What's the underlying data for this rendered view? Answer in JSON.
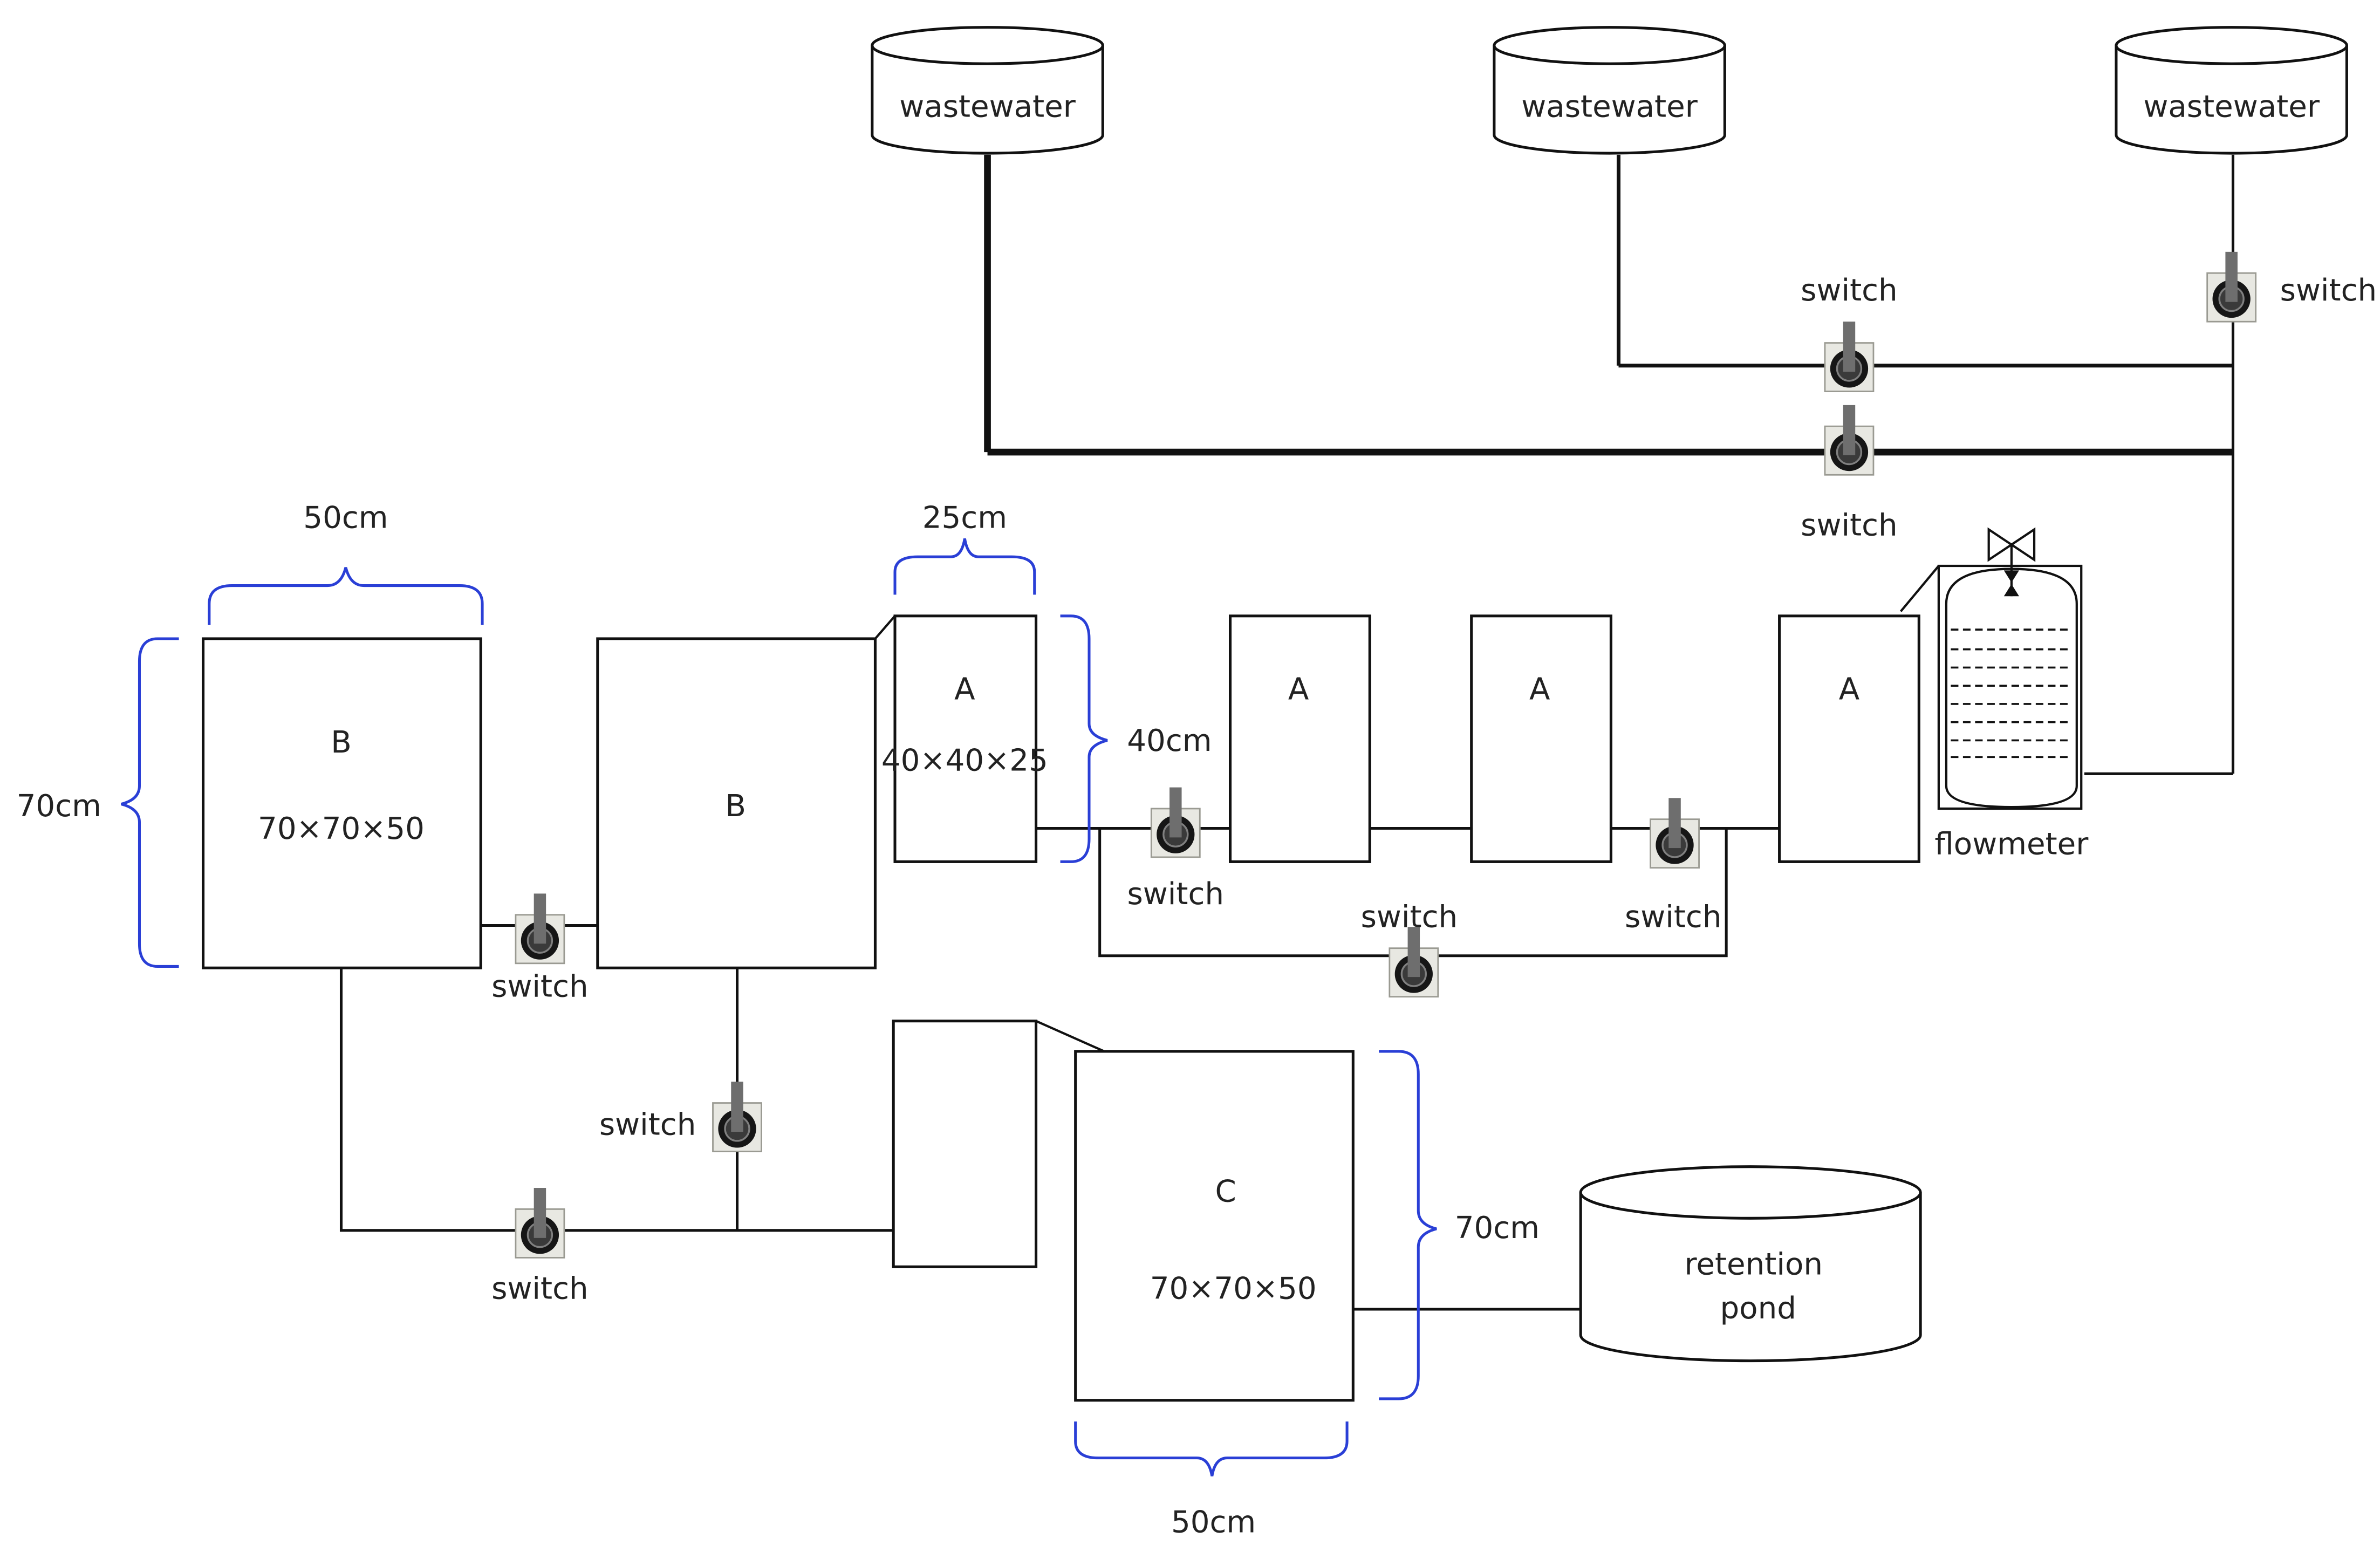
{
  "tanks": {
    "wastewater_1": "wastewater",
    "wastewater_2": "wastewater",
    "wastewater_3": "wastewater",
    "retention_pond_line1": "retention",
    "retention_pond_line2": "pond"
  },
  "boxes": {
    "b1_label": "B",
    "b1_size": "70×70×50",
    "b2_label": "B",
    "a1_label": "A",
    "a1_size": "40×40×25",
    "a2_label": "A",
    "a3_label": "A",
    "a4_label": "A",
    "c_label": "C",
    "c_size": "70×70×50"
  },
  "dimensions": {
    "b1_width": "50cm",
    "b1_height": "70cm",
    "a1_width": "25cm",
    "a1_height": "40cm",
    "c_width": "50cm",
    "c_height": "70cm"
  },
  "switches": {
    "s_top_right": "switch",
    "s_mid_upper": "switch",
    "s_mid_lower": "switch",
    "s_a_left": "switch",
    "s_bypass": "switch",
    "s_a_right": "switch",
    "s_b_between": "switch",
    "s_b2_down": "switch",
    "s_bottom": "switch"
  },
  "flowmeter": {
    "label": "flowmeter"
  },
  "colors": {
    "line": "#111111",
    "bracket": "#2a3fd6",
    "switch_body": "#e8e8e2",
    "switch_stem": "#6e6e6e",
    "switch_knob": "#1b1b1b"
  }
}
